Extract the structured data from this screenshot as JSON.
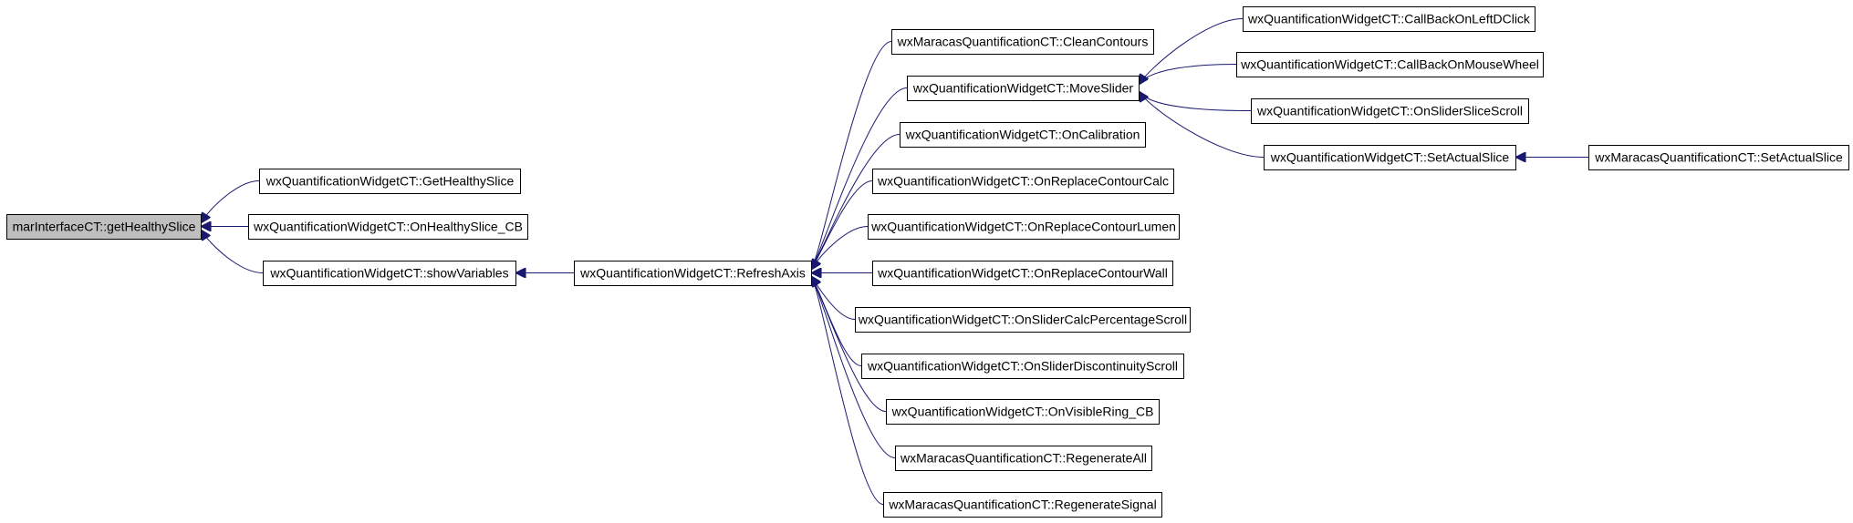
{
  "diagram": {
    "type": "call-graph",
    "colors": {
      "edge": "#191970",
      "node_border": "#000000",
      "node_fill": "#ffffff",
      "root_fill": "#bfbfbf"
    },
    "nodes": [
      {
        "id": "root",
        "label": "marInterfaceCT::getHealthySlice",
        "highlight": true
      },
      {
        "id": "n_getHealthy",
        "label": "wxQuantificationWidgetCT::GetHealthySlice"
      },
      {
        "id": "n_onHealthyCB",
        "label": "wxQuantificationWidgetCT::OnHealthySlice_CB"
      },
      {
        "id": "n_showVars",
        "label": "wxQuantificationWidgetCT::showVariables"
      },
      {
        "id": "n_refresh",
        "label": "wxQuantificationWidgetCT::RefreshAxis"
      },
      {
        "id": "n_clean",
        "label": "wxMaracasQuantificationCT::CleanContours"
      },
      {
        "id": "n_move",
        "label": "wxQuantificationWidgetCT::MoveSlider"
      },
      {
        "id": "n_calib",
        "label": "wxQuantificationWidgetCT::OnCalibration"
      },
      {
        "id": "n_calc",
        "label": "wxQuantificationWidgetCT::OnReplaceContourCalc"
      },
      {
        "id": "n_lumen",
        "label": "wxQuantificationWidgetCT::OnReplaceContourLumen"
      },
      {
        "id": "n_wall",
        "label": "wxQuantificationWidgetCT::OnReplaceContourWall"
      },
      {
        "id": "n_pct",
        "label": "wxQuantificationWidgetCT::OnSliderCalcPercentageScroll"
      },
      {
        "id": "n_disc",
        "label": "wxQuantificationWidgetCT::OnSliderDiscontinuityScroll"
      },
      {
        "id": "n_ring",
        "label": "wxQuantificationWidgetCT::OnVisibleRing_CB"
      },
      {
        "id": "n_regenAll",
        "label": "wxMaracasQuantificationCT::RegenerateAll"
      },
      {
        "id": "n_regenSig",
        "label": "wxMaracasQuantificationCT::RegenerateSignal"
      },
      {
        "id": "n_leftD",
        "label": "wxQuantificationWidgetCT::CallBackOnLeftDClick"
      },
      {
        "id": "n_wheel",
        "label": "wxQuantificationWidgetCT::CallBackOnMouseWheel"
      },
      {
        "id": "n_sliceScroll",
        "label": "wxQuantificationWidgetCT::OnSliderSliceScroll"
      },
      {
        "id": "n_setActual",
        "label": "wxQuantificationWidgetCT::SetActualSlice"
      },
      {
        "id": "n_mSetActual",
        "label": "wxMaracasQuantificationCT::SetActualSlice"
      }
    ],
    "edges": [
      {
        "from": "n_getHealthy",
        "to": "root"
      },
      {
        "from": "n_onHealthyCB",
        "to": "root"
      },
      {
        "from": "n_showVars",
        "to": "root"
      },
      {
        "from": "n_refresh",
        "to": "n_showVars"
      },
      {
        "from": "n_clean",
        "to": "n_refresh"
      },
      {
        "from": "n_move",
        "to": "n_refresh"
      },
      {
        "from": "n_calib",
        "to": "n_refresh"
      },
      {
        "from": "n_calc",
        "to": "n_refresh"
      },
      {
        "from": "n_lumen",
        "to": "n_refresh"
      },
      {
        "from": "n_wall",
        "to": "n_refresh"
      },
      {
        "from": "n_pct",
        "to": "n_refresh"
      },
      {
        "from": "n_disc",
        "to": "n_refresh"
      },
      {
        "from": "n_ring",
        "to": "n_refresh"
      },
      {
        "from": "n_regenAll",
        "to": "n_refresh"
      },
      {
        "from": "n_regenSig",
        "to": "n_refresh"
      },
      {
        "from": "n_leftD",
        "to": "n_move"
      },
      {
        "from": "n_wheel",
        "to": "n_move"
      },
      {
        "from": "n_sliceScroll",
        "to": "n_move"
      },
      {
        "from": "n_setActual",
        "to": "n_move"
      },
      {
        "from": "n_mSetActual",
        "to": "n_setActual"
      }
    ]
  }
}
